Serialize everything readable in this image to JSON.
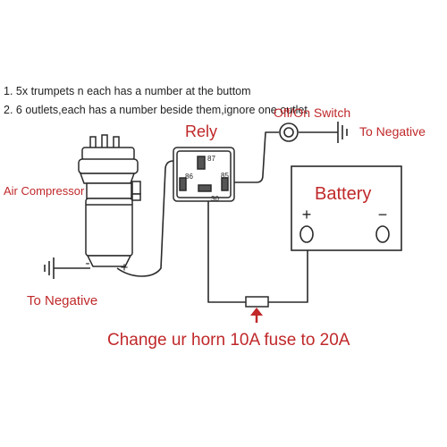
{
  "notes": [
    "1. 5x trumpets n each has a number at the buttom",
    "2. 6 outlets,each has a number beside them,ignore one outlet"
  ],
  "components": {
    "compressor_label": "Air Compressor",
    "relay_label": "Rely",
    "switch_label": "Off/On Switch",
    "battery_label": "Battery",
    "to_negative_right": "To Negative",
    "to_negative_left": "To Negative"
  },
  "terminals": {
    "compressor_negative": "-",
    "compressor_positive": "+",
    "battery_positive": "+",
    "battery_negative": "−",
    "relay_87": "87",
    "relay_86": "86",
    "relay_85": "85",
    "relay_30": "30"
  },
  "callout": "Change ur horn 10A fuse to 20A",
  "colors": {
    "label_red": "#c0282a",
    "wire": "#2a2a2a",
    "notes_text": "#222222"
  }
}
